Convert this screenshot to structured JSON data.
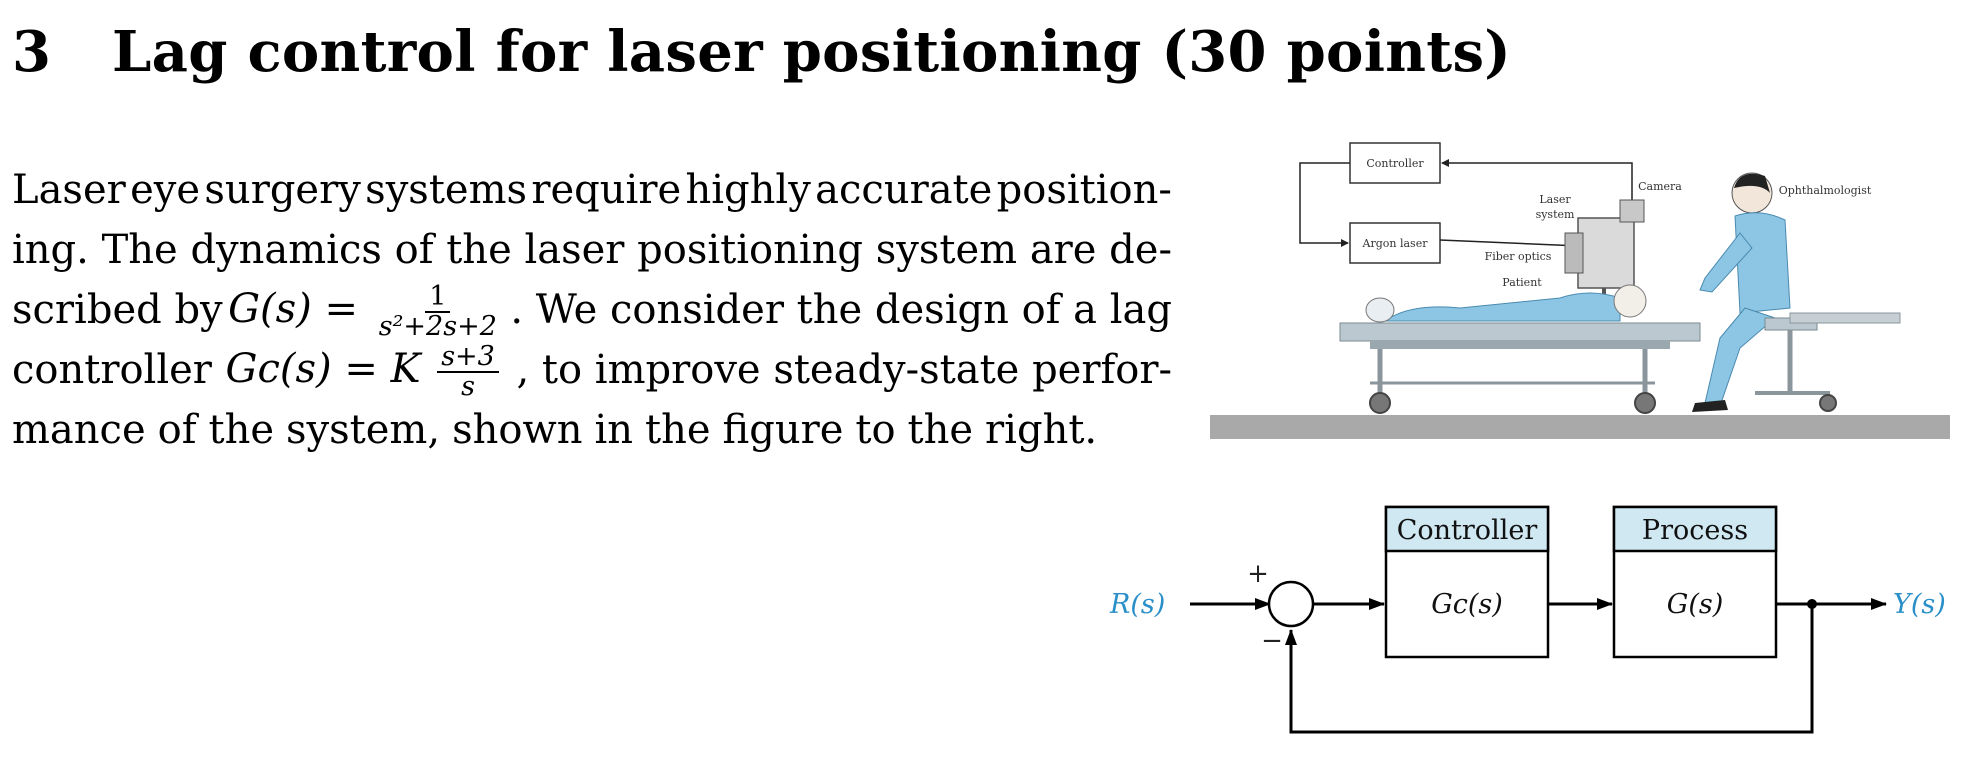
{
  "section": {
    "number": "3",
    "title": "Lag control for laser positioning (30 points)"
  },
  "paragraph": {
    "line1": [
      "Laser",
      "eye",
      "surgery",
      "systems",
      "require",
      "highly",
      "accurate",
      "position-"
    ],
    "line2": [
      "ing.",
      "The",
      "dynamics",
      "of",
      "the",
      "laser",
      "positioning",
      "system",
      "are",
      "de-"
    ],
    "line3_prefix": "scribed by",
    "plant_lhs": "G(s) =",
    "plant_frac_num": "1",
    "plant_frac_den": "s²+2s+2",
    "line3_suffix": ". We consider the design of a lag",
    "line4_prefix": "controller",
    "controller_lhs": "Gc(s) = K",
    "controller_frac_num": "s+3",
    "controller_frac_den": "s",
    "line4_suffix": ", to improve steady-state perfor-",
    "line5": [
      "mance",
      "of",
      "the",
      "system,",
      "shown",
      "in",
      "the",
      "figure",
      "to",
      "the",
      "right."
    ]
  },
  "scene_labels": {
    "controller": "Controller",
    "argon_laser": "Argon laser",
    "laser_system": [
      "Laser",
      "system"
    ],
    "camera": "Camera",
    "ophthalmologist": "Ophthalmologist",
    "fiber_optics": "Fiber optics",
    "patient": "Patient"
  },
  "block_diagram": {
    "input": "R(s)",
    "output": "Y(s)",
    "plus": "+",
    "minus": "−",
    "controller_header": "Controller",
    "controller_tf": "Gc(s)",
    "process_header": "Process",
    "process_tf": "G(s)"
  },
  "colors": {
    "block_header_fill": "#cfe8f2",
    "signal_label": "#2a8fc8",
    "patient_gown": "#8cc6e4",
    "table": "#bcc8cf",
    "floor": "#a9a9a9"
  }
}
